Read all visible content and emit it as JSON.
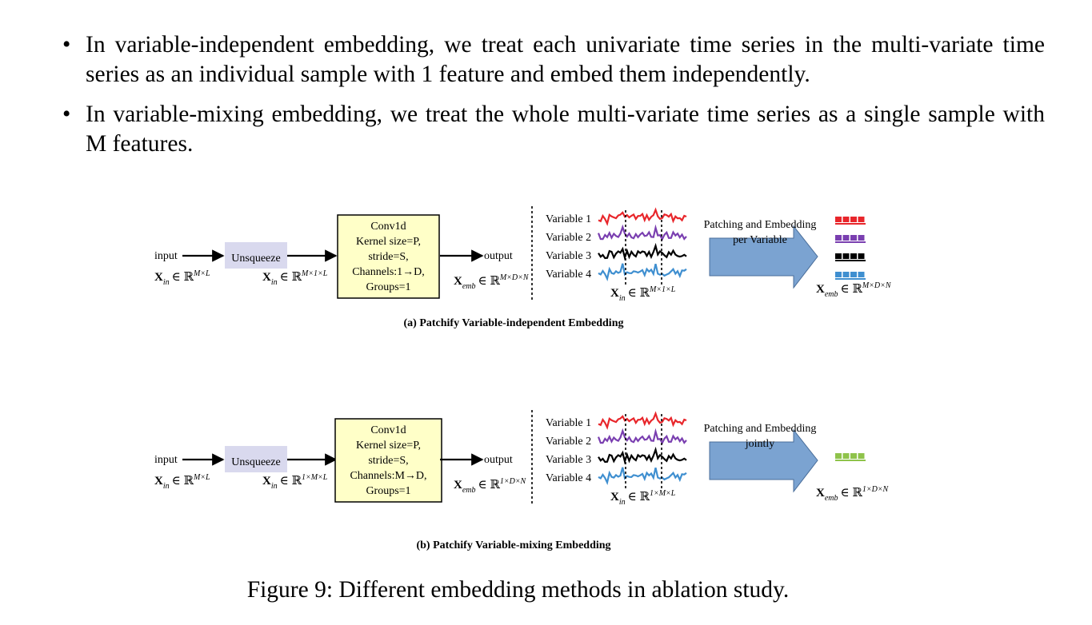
{
  "bullets": [
    "In variable-independent embedding, we treat each univariate time series in the multi-variate time series as an individual sample with 1 feature and embed them independently.",
    "In variable-mixing embedding, we treat the whole multi-variate time series as a single sample with M features."
  ],
  "bullet_glyph": "•",
  "panel_a": {
    "input_label": "input",
    "input_shape": "M×L",
    "unsqueeze_label": "Unsqueeze",
    "unsqueeze_shape": "M×1×L",
    "conv_lines": [
      "Conv1d",
      "Kernel size=P,",
      "stride=S,",
      "Channels:1→D,",
      "Groups=1"
    ],
    "output_label": "output",
    "output_shape": "M×D×N",
    "variables": [
      "Variable 1",
      "Variable 2",
      "Variable 3",
      "Variable 4"
    ],
    "series_shape": "M×1×L",
    "arrow_lines": [
      "Patching and Embedding",
      "per Variable"
    ],
    "emb_shape": "M×D×N",
    "caption": "(a) Patchify Variable-independent Embedding"
  },
  "panel_b": {
    "input_label": "input",
    "input_shape": "M×L",
    "unsqueeze_label": "Unsqueeze",
    "unsqueeze_shape": "1×M×L",
    "conv_lines": [
      "Conv1d",
      "Kernel size=P,",
      "stride=S,",
      "Channels:M→D,",
      "Groups=1"
    ],
    "output_label": "output",
    "output_shape": "1×D×N",
    "variables": [
      "Variable 1",
      "Variable 2",
      "Variable 3",
      "Variable 4"
    ],
    "series_shape": "1×M×L",
    "arrow_lines": [
      "Patching and Embedding",
      "jointly"
    ],
    "emb_shape": "1×D×N",
    "caption": "(b) Patchify Variable-mixing Embedding"
  },
  "symbols": {
    "X": "X",
    "in": "in",
    "emb": "emb",
    "elem": "∈",
    "R": "ℝ"
  },
  "colors": {
    "series": [
      "#e8262b",
      "#7a3fb0",
      "#000000",
      "#3f8fd0"
    ],
    "mixed_patch": "#8fc34b",
    "unsqueeze_fill": "#d9d9ee",
    "conv_fill": "#ffffc8",
    "big_arrow": "#7ba3d1"
  },
  "figure_caption": "Figure 9: Different embedding methods in ablation study."
}
